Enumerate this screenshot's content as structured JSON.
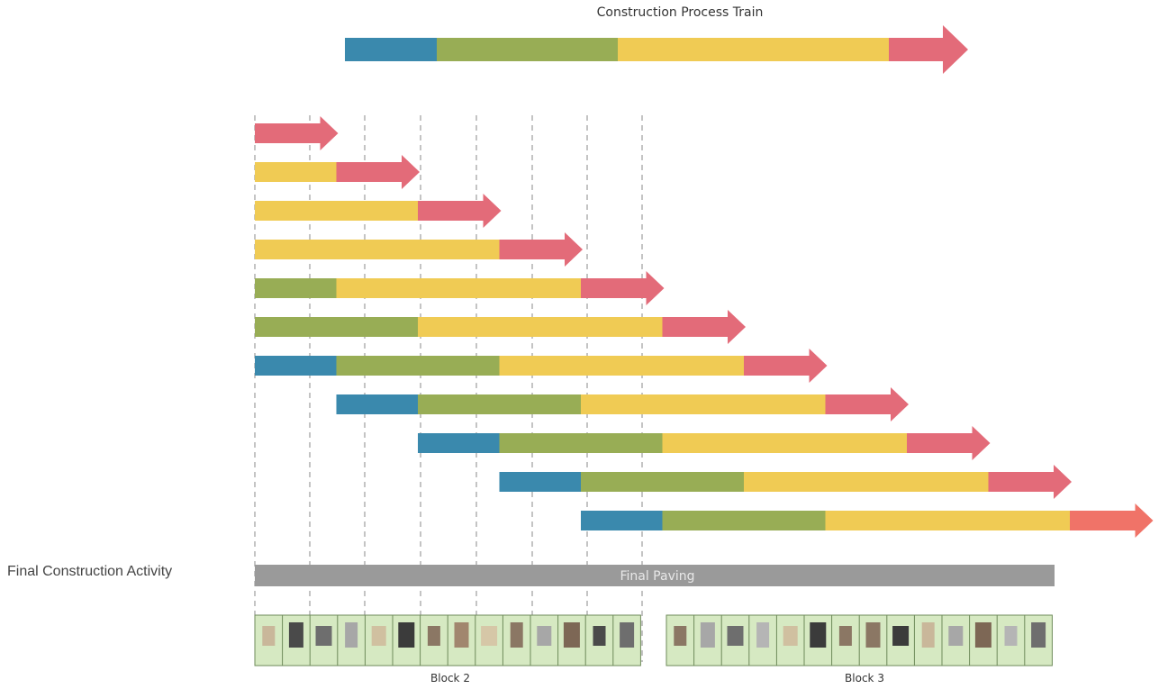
{
  "title": "Construction Process Train",
  "final_activity_label": "Final Construction Activity",
  "final_paving_label": "Final Paving",
  "blocks": [
    {
      "label": "Block 2"
    },
    {
      "label": "Block 3"
    }
  ],
  "colors": {
    "blue": "#3a89ad",
    "green": "#98ad55",
    "yellow": "#f0cb54",
    "red": "#e36b79",
    "red_last": "#f07368",
    "paving": "#9a9a9a",
    "block_bg": "#d6e9c2",
    "block_border": "#6e8a5a"
  },
  "process_train_segments": [
    "blue",
    "green",
    "yellow",
    "red"
  ],
  "activity_rows": [
    [
      "red"
    ],
    [
      "yellow",
      "red"
    ],
    [
      "yellow",
      "red"
    ],
    [
      "yellow",
      "red"
    ],
    [
      "green",
      "yellow",
      "red"
    ],
    [
      "green",
      "yellow",
      "red"
    ],
    [
      "blue",
      "green",
      "yellow",
      "red"
    ],
    [
      "blue",
      "green",
      "yellow",
      "red"
    ],
    [
      "blue",
      "green",
      "yellow",
      "red"
    ],
    [
      "blue",
      "green",
      "yellow",
      "red"
    ],
    [
      "blue",
      "green",
      "yellow",
      "red"
    ]
  ],
  "house_tones": {
    "block2": [
      "#c9b79a",
      "#4a4a4a",
      "#6e6e6e",
      "#a7a7a7",
      "#d0c0a0",
      "#3b3b3b",
      "#8b7764",
      "#a1866e",
      "#d6c7a7",
      "#8b7764",
      "#a7a7a7",
      "#7d6755",
      "#4a4a4a",
      "#6e6e6e"
    ],
    "block3": [
      "#8b7764",
      "#a7a7a7",
      "#6e6e6e",
      "#b5b5b5",
      "#d0c0a0",
      "#3b3b3b",
      "#8b7764",
      "#8b7764",
      "#3b3b3b",
      "#c9b79a",
      "#a7a7a7",
      "#7d6755",
      "#b5b5b5",
      "#6e6e6e"
    ]
  }
}
